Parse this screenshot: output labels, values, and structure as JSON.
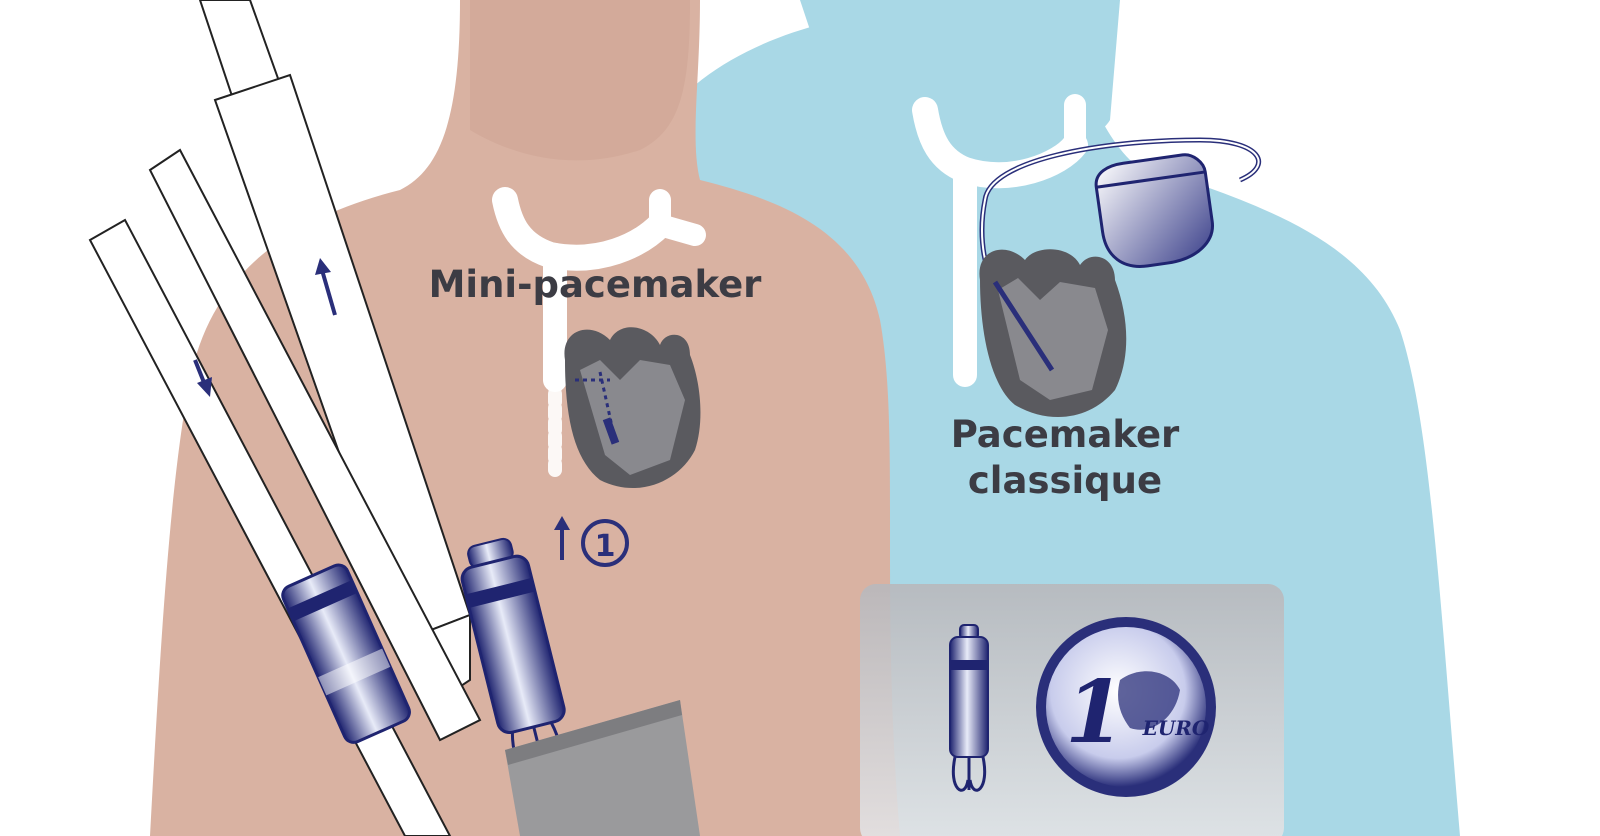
{
  "labels": {
    "mini_pacemaker": "Mini-pacemaker",
    "classic_pacemaker": "Pacemaker classique",
    "step_number": "1",
    "coin_value": "1",
    "coin_text": "EURO"
  },
  "colors": {
    "skin_torso": "#d9b2a2",
    "blue_torso": "#a9d8e6",
    "device_navy": "#2a2f7a",
    "heart_gray": "#55555a",
    "comparison_box": "#cfcfd2"
  },
  "icons": [
    "heart-icon",
    "mini-pacemaker-icon",
    "classic-pacemaker-icon",
    "euro-coin-icon",
    "arrow-icon"
  ]
}
